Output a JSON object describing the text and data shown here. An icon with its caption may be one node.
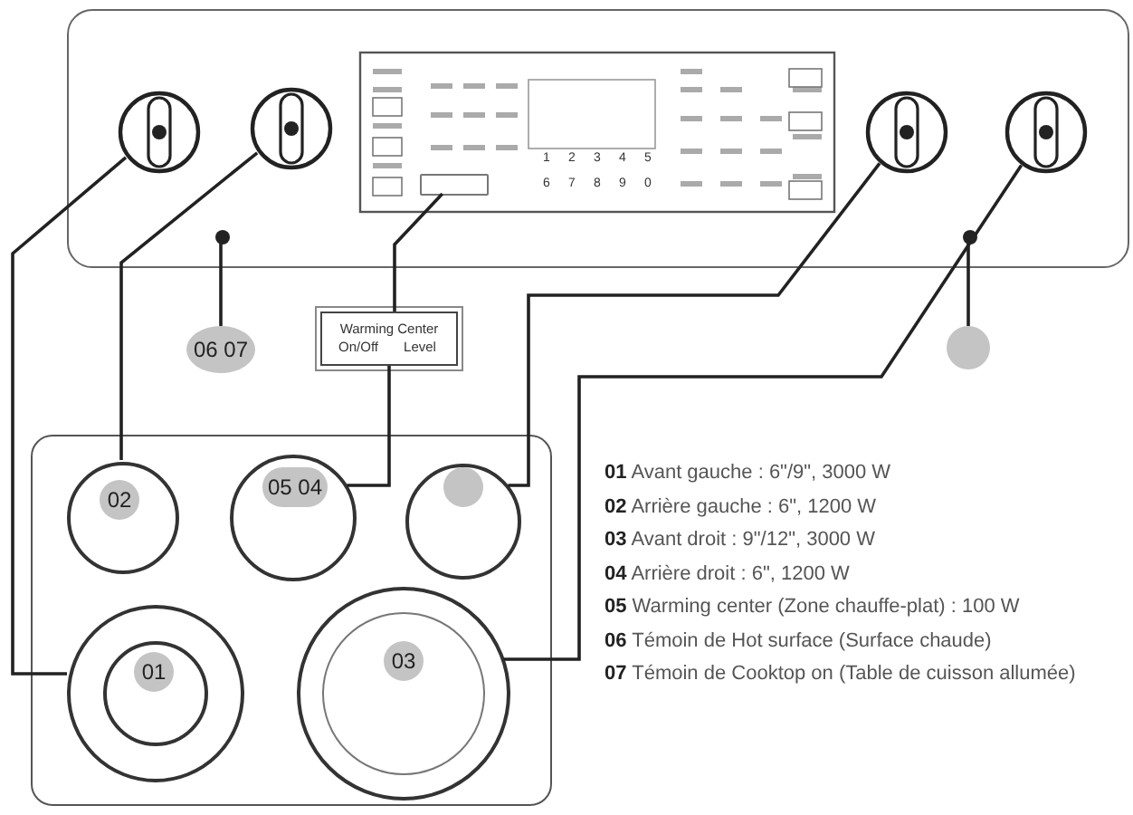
{
  "diagram": {
    "nodes": [
      {
        "text": [],
        "shape": "box"
      },
      {
        "text": [],
        "shape": "circle",
        "in": 0
      },
      {
        "text": [],
        "shape": "circle",
        "in": 0
      },
      {
        "text": [],
        "shape": "circle",
        "in": 0
      },
      {
        "text": [],
        "shape": "circle",
        "in": 0
      },
      {
        "text": [],
        "shape": "circle",
        "in": 0
      },
      {
        "text": [],
        "shape": "box",
        "in": 0
      },
      {
        "text": [],
        "shape": "circle",
        "in": 0
      },
      {
        "text": [
          "06 07"
        ]
      },
      {
        "text": [
          "Warming Center",
          "On/Off",
          "Level"
        ]
      },
      {
        "text": [],
        "shape": "circle"
      },
      {
        "text": [],
        "shape": "box"
      },
      {
        "text": [
          "02"
        ],
        "in": 11
      },
      {
        "text": [
          "05 04"
        ],
        "in": 11
      },
      {
        "text": [],
        "shape": "circle",
        "in": 11
      },
      {
        "text": [
          "01"
        ],
        "in": 11
      },
      {
        "text": [
          "03"
        ],
        "in": 11
      }
    ],
    "edges": [
      {
        "from": 1,
        "to": 15,
        "arrow": "none"
      },
      {
        "from": 2,
        "to": 12,
        "arrow": "none"
      },
      {
        "from": 3,
        "to": 14,
        "arrow": "none"
      },
      {
        "from": 4,
        "to": 16,
        "arrow": "none"
      },
      {
        "from": 5,
        "to": 8,
        "arrow": "none"
      },
      {
        "from": 7,
        "to": 10,
        "arrow": "none"
      },
      {
        "from": 6,
        "to": 9,
        "arrow": "none"
      },
      {
        "from": 9,
        "to": 13,
        "arrow": "none"
      }
    ],
    "labels": [
      "1",
      "2",
      "3",
      "4",
      "5",
      "6",
      "7",
      "8",
      "9",
      "0",
      "**01** Avant gauche : 6\"/9\", 3000 W",
      "**02** Arrière gauche : 6\", 1200 W",
      "**03** Avant droit : 9\"/12\", 3000 W",
      "**04** Arrière droit : 6\", 1200 W",
      "**05** Warming center (Zone chauffe-plat) : 100 W",
      "**06** Témoin de Hot surface (Surface chaude)",
      "**07** Témoin de Cooktop on (Table de cuisson allumée)"
    ]
  }
}
